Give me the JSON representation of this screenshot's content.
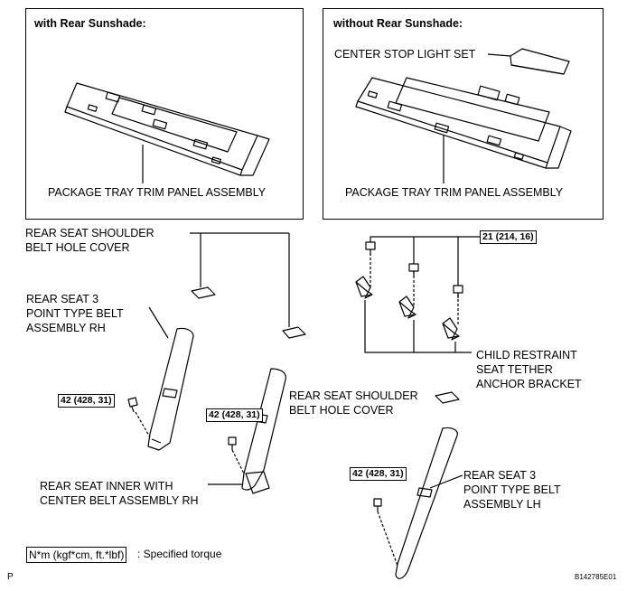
{
  "panel_left": {
    "title": "with Rear Sunshade:",
    "part": "PACKAGE TRAY TRIM PANEL ASSEMBLY"
  },
  "panel_right": {
    "title": "without Rear Sunshade:",
    "light": "CENTER STOP LIGHT SET",
    "part": "PACKAGE TRAY TRIM PANEL ASSEMBLY"
  },
  "labels": {
    "shoulder_cover_top_1": "REAR SEAT SHOULDER",
    "shoulder_cover_top_2": "BELT HOLE COVER",
    "belt_rh_1": "REAR SEAT 3",
    "belt_rh_2": "POINT TYPE BELT",
    "belt_rh_3": "ASSEMBLY RH",
    "bracket_1": "CHILD RESTRAINT",
    "bracket_2": "SEAT TETHER",
    "bracket_3": "ANCHOR BRACKET",
    "shoulder_cover_mid_1": "REAR SEAT SHOULDER",
    "shoulder_cover_mid_2": "BELT HOLE COVER",
    "inner_1": "REAR SEAT INNER WITH",
    "inner_2": "CENTER BELT ASSEMBLY RH",
    "belt_lh_1": "REAR SEAT 3",
    "belt_lh_2": "POINT TYPE BELT",
    "belt_lh_3": "ASSEMBLY LH"
  },
  "torques": {
    "bracket_bolt": "21 (214, 16)",
    "belt_rh_bolt": "42 (428, 31)",
    "inner_bolt": "42 (428, 31)",
    "belt_lh_bolt": "42 (428, 31)"
  },
  "legend": {
    "unit": "N*m (kgf*cm, ft.*lbf)",
    "text": ": Specified torque"
  },
  "footer": {
    "left": "P",
    "right": "B142785E01"
  }
}
